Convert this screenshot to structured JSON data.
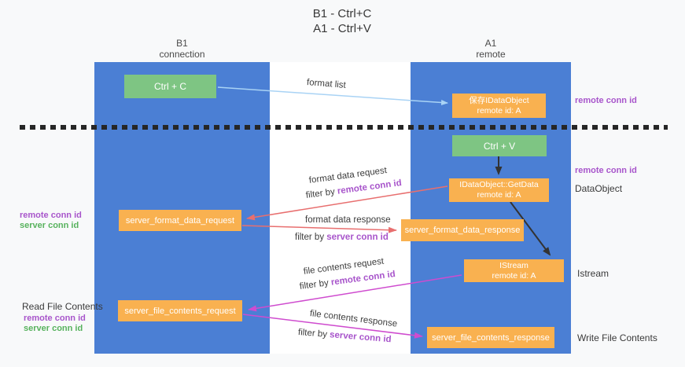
{
  "title": {
    "line1": "B1 - Ctrl+C",
    "line2": "A1 - Ctrl+V"
  },
  "lanes": {
    "left": {
      "name": "B1",
      "role": "connection"
    },
    "right": {
      "name": "A1",
      "role": "remote"
    }
  },
  "boxes": {
    "ctrl_c": "Ctrl + C",
    "ctrl_v": "Ctrl + V",
    "save_idataobject": {
      "line1": "保存IDataObject",
      "line2": "remote id: A"
    },
    "getdata": {
      "line1": "IDataObject::GetData",
      "line2": "remote id: A"
    },
    "istream": {
      "line1": "IStream",
      "line2": "remote id: A"
    },
    "server_format_data_request": "server_format_data_request",
    "server_format_data_response": "server_format_data_response",
    "server_file_contents_request": "server_file_contents_request",
    "server_file_contents_response": "server_file_contents_response"
  },
  "side_labels": {
    "right_remote_conn_id_top": "remote conn id",
    "right_remote_conn_id_mid": "remote conn id",
    "dataobject": "DataObject",
    "istream": "Istream",
    "write_file_contents": "Write File Contents",
    "left_format_remote_conn_id": "remote conn id",
    "left_format_server_conn_id": "server conn id",
    "read_file_contents": "Read File Contents",
    "left_file_remote_conn_id": "remote conn id",
    "left_file_server_conn_id": "server conn id"
  },
  "arrow_labels": {
    "format_list": "format list",
    "format_request": "format data request",
    "format_request_filter": {
      "prefix": "filter by ",
      "key": "remote conn id"
    },
    "format_response": "format data response",
    "format_response_filter": {
      "prefix": "filter by ",
      "key": "server conn id"
    },
    "file_request": "file contents request",
    "file_request_filter": {
      "prefix": "filter by ",
      "key": "remote conn id"
    },
    "file_response": "file contents response",
    "file_response_filter": {
      "prefix": "filter by ",
      "key": "server conn id"
    }
  },
  "colors": {
    "lane_blue": "#4b7fd4",
    "box_orange": "#f9b150",
    "box_green": "#7ec583",
    "label_purple": "#a855cb",
    "label_green": "#57b25d",
    "arrow_red": "#e86f6f",
    "arrow_magenta": "#cf4ccf",
    "arrow_light_blue": "#a9d3f5",
    "arrow_black": "#333333",
    "divider_dark": "#262626"
  }
}
